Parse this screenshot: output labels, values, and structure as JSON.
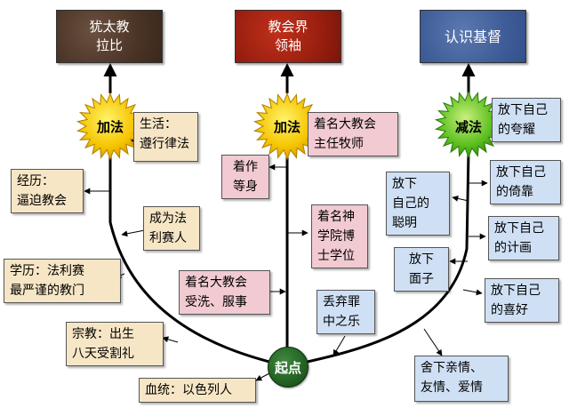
{
  "goals": {
    "left": [
      "犹太教",
      "拉比"
    ],
    "center": [
      "教会界",
      "领袖"
    ],
    "right": [
      "认识基督"
    ]
  },
  "badges": {
    "left": "加法",
    "center": "加法",
    "right": "减法",
    "start": "起点"
  },
  "left_boxes": {
    "life": [
      "生活：",
      "遵行律法"
    ],
    "experience": [
      "经历：",
      "逼迫教会"
    ],
    "pharisee": [
      "成为法",
      "利赛人"
    ],
    "education": [
      "学历：法利赛",
      "最严谨的教门"
    ],
    "religion": [
      "宗教：出生",
      "八天受割礼"
    ],
    "lineage": [
      "血统：以色列人"
    ]
  },
  "center_boxes": {
    "pastor": [
      "着名大教会",
      "主任牧师"
    ],
    "books": [
      "着作",
      "等身"
    ],
    "seminary": [
      "着名神",
      "学院博",
      "士学位"
    ],
    "baptism": [
      "着名大教会",
      "受洗、服事"
    ],
    "sin": [
      "丢弃罪",
      "中之乐"
    ]
  },
  "right_boxes": {
    "boast": [
      "放下自己",
      "的夸耀"
    ],
    "reliance": [
      "放下自己",
      "的倚靠"
    ],
    "wisdom": [
      "放下",
      "自己的",
      "聪明"
    ],
    "plans": [
      "放下自己",
      "的计画"
    ],
    "face": [
      "放下",
      "面子"
    ],
    "likes": [
      "放下自己",
      "的喜好"
    ],
    "affection": [
      "舍下亲情、",
      "友情、爱情"
    ]
  },
  "colors": {
    "goal_left": "#4a3426",
    "goal_center": "#9a1f10",
    "goal_right": "#3f5d98",
    "sun_yellow": "#f5c400",
    "sun_green": "#5bbf1f",
    "start_green": "#1f5a1f",
    "box_tan": "#f7e6c6",
    "box_pink": "#f2cad2",
    "box_blue": "#cfe0f5"
  }
}
